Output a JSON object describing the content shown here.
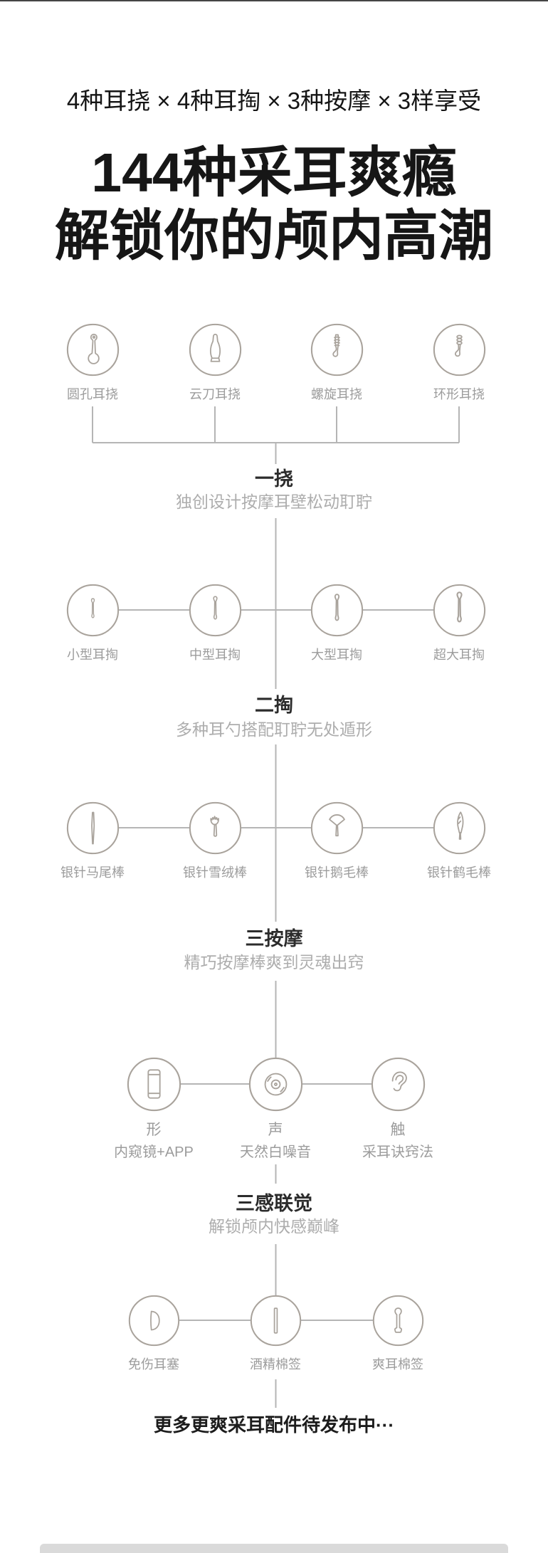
{
  "header": {
    "tagline": "4种耳挠 × 4种耳掏 × 3种按摩 × 3样享受",
    "title_line1": "144种采耳爽瘾",
    "title_line2": "解锁你的颅内高潮"
  },
  "sections": [
    {
      "title": "一挠",
      "subtitle": "独创设计按摩耳壁松动耵聍"
    },
    {
      "title": "二掏",
      "subtitle": "多种耳勺搭配耵聍无处遁形"
    },
    {
      "title": "三按摩",
      "subtitle": "精巧按摩棒爽到灵魂出窍"
    },
    {
      "title": "三感联觉",
      "subtitle": "解锁颅内快感巅峰"
    }
  ],
  "rows": [
    {
      "name": "ear-scratchers",
      "items": [
        {
          "icon": "round-hole-earpick-icon",
          "label": "圆孔耳挠"
        },
        {
          "icon": "cloud-blade-earpick-icon",
          "label": "云刀耳挠"
        },
        {
          "icon": "spiral-earpick-icon",
          "label": "螺旋耳挠"
        },
        {
          "icon": "ring-earpick-icon",
          "label": "环形耳挠"
        }
      ]
    },
    {
      "name": "ear-scoops",
      "items": [
        {
          "icon": "small-earscoop-icon",
          "label": "小型耳掏"
        },
        {
          "icon": "medium-earscoop-icon",
          "label": "中型耳掏"
        },
        {
          "icon": "large-earscoop-icon",
          "label": "大型耳掏"
        },
        {
          "icon": "xlarge-earscoop-icon",
          "label": "超大耳掏"
        }
      ]
    },
    {
      "name": "massage-sticks",
      "items": [
        {
          "icon": "horsetail-stick-icon",
          "label": "银针马尾棒"
        },
        {
          "icon": "snow-velvet-stick-icon",
          "label": "银针雪绒棒"
        },
        {
          "icon": "goose-feather-stick-icon",
          "label": "银针鹅毛棒"
        },
        {
          "icon": "crane-feather-stick-icon",
          "label": "银针鹤毛棒"
        }
      ]
    },
    {
      "name": "three-senses",
      "items": [
        {
          "icon": "smartphone-icon",
          "label": "形",
          "sublabel": "内窥镜+APP"
        },
        {
          "icon": "vinyl-record-icon",
          "label": "声",
          "sublabel": "天然白噪音"
        },
        {
          "icon": "ear-icon",
          "label": "触",
          "sublabel": "采耳诀窍法"
        }
      ]
    },
    {
      "name": "accessories",
      "items": [
        {
          "icon": "earplug-icon",
          "label": "免伤耳塞"
        },
        {
          "icon": "alcohol-swab-icon",
          "label": "酒精棉签"
        },
        {
          "icon": "cotton-swab-icon",
          "label": "爽耳棉签"
        }
      ]
    }
  ],
  "footer": {
    "text": "更多更爽采耳配件待发布中···"
  },
  "colors": {
    "circle_stroke": "#a9a39c",
    "connector_line": "#b5b5b5",
    "item_label": "#9c9c9c",
    "section_subtitle": "#adadad",
    "heading_text": "#161616"
  }
}
